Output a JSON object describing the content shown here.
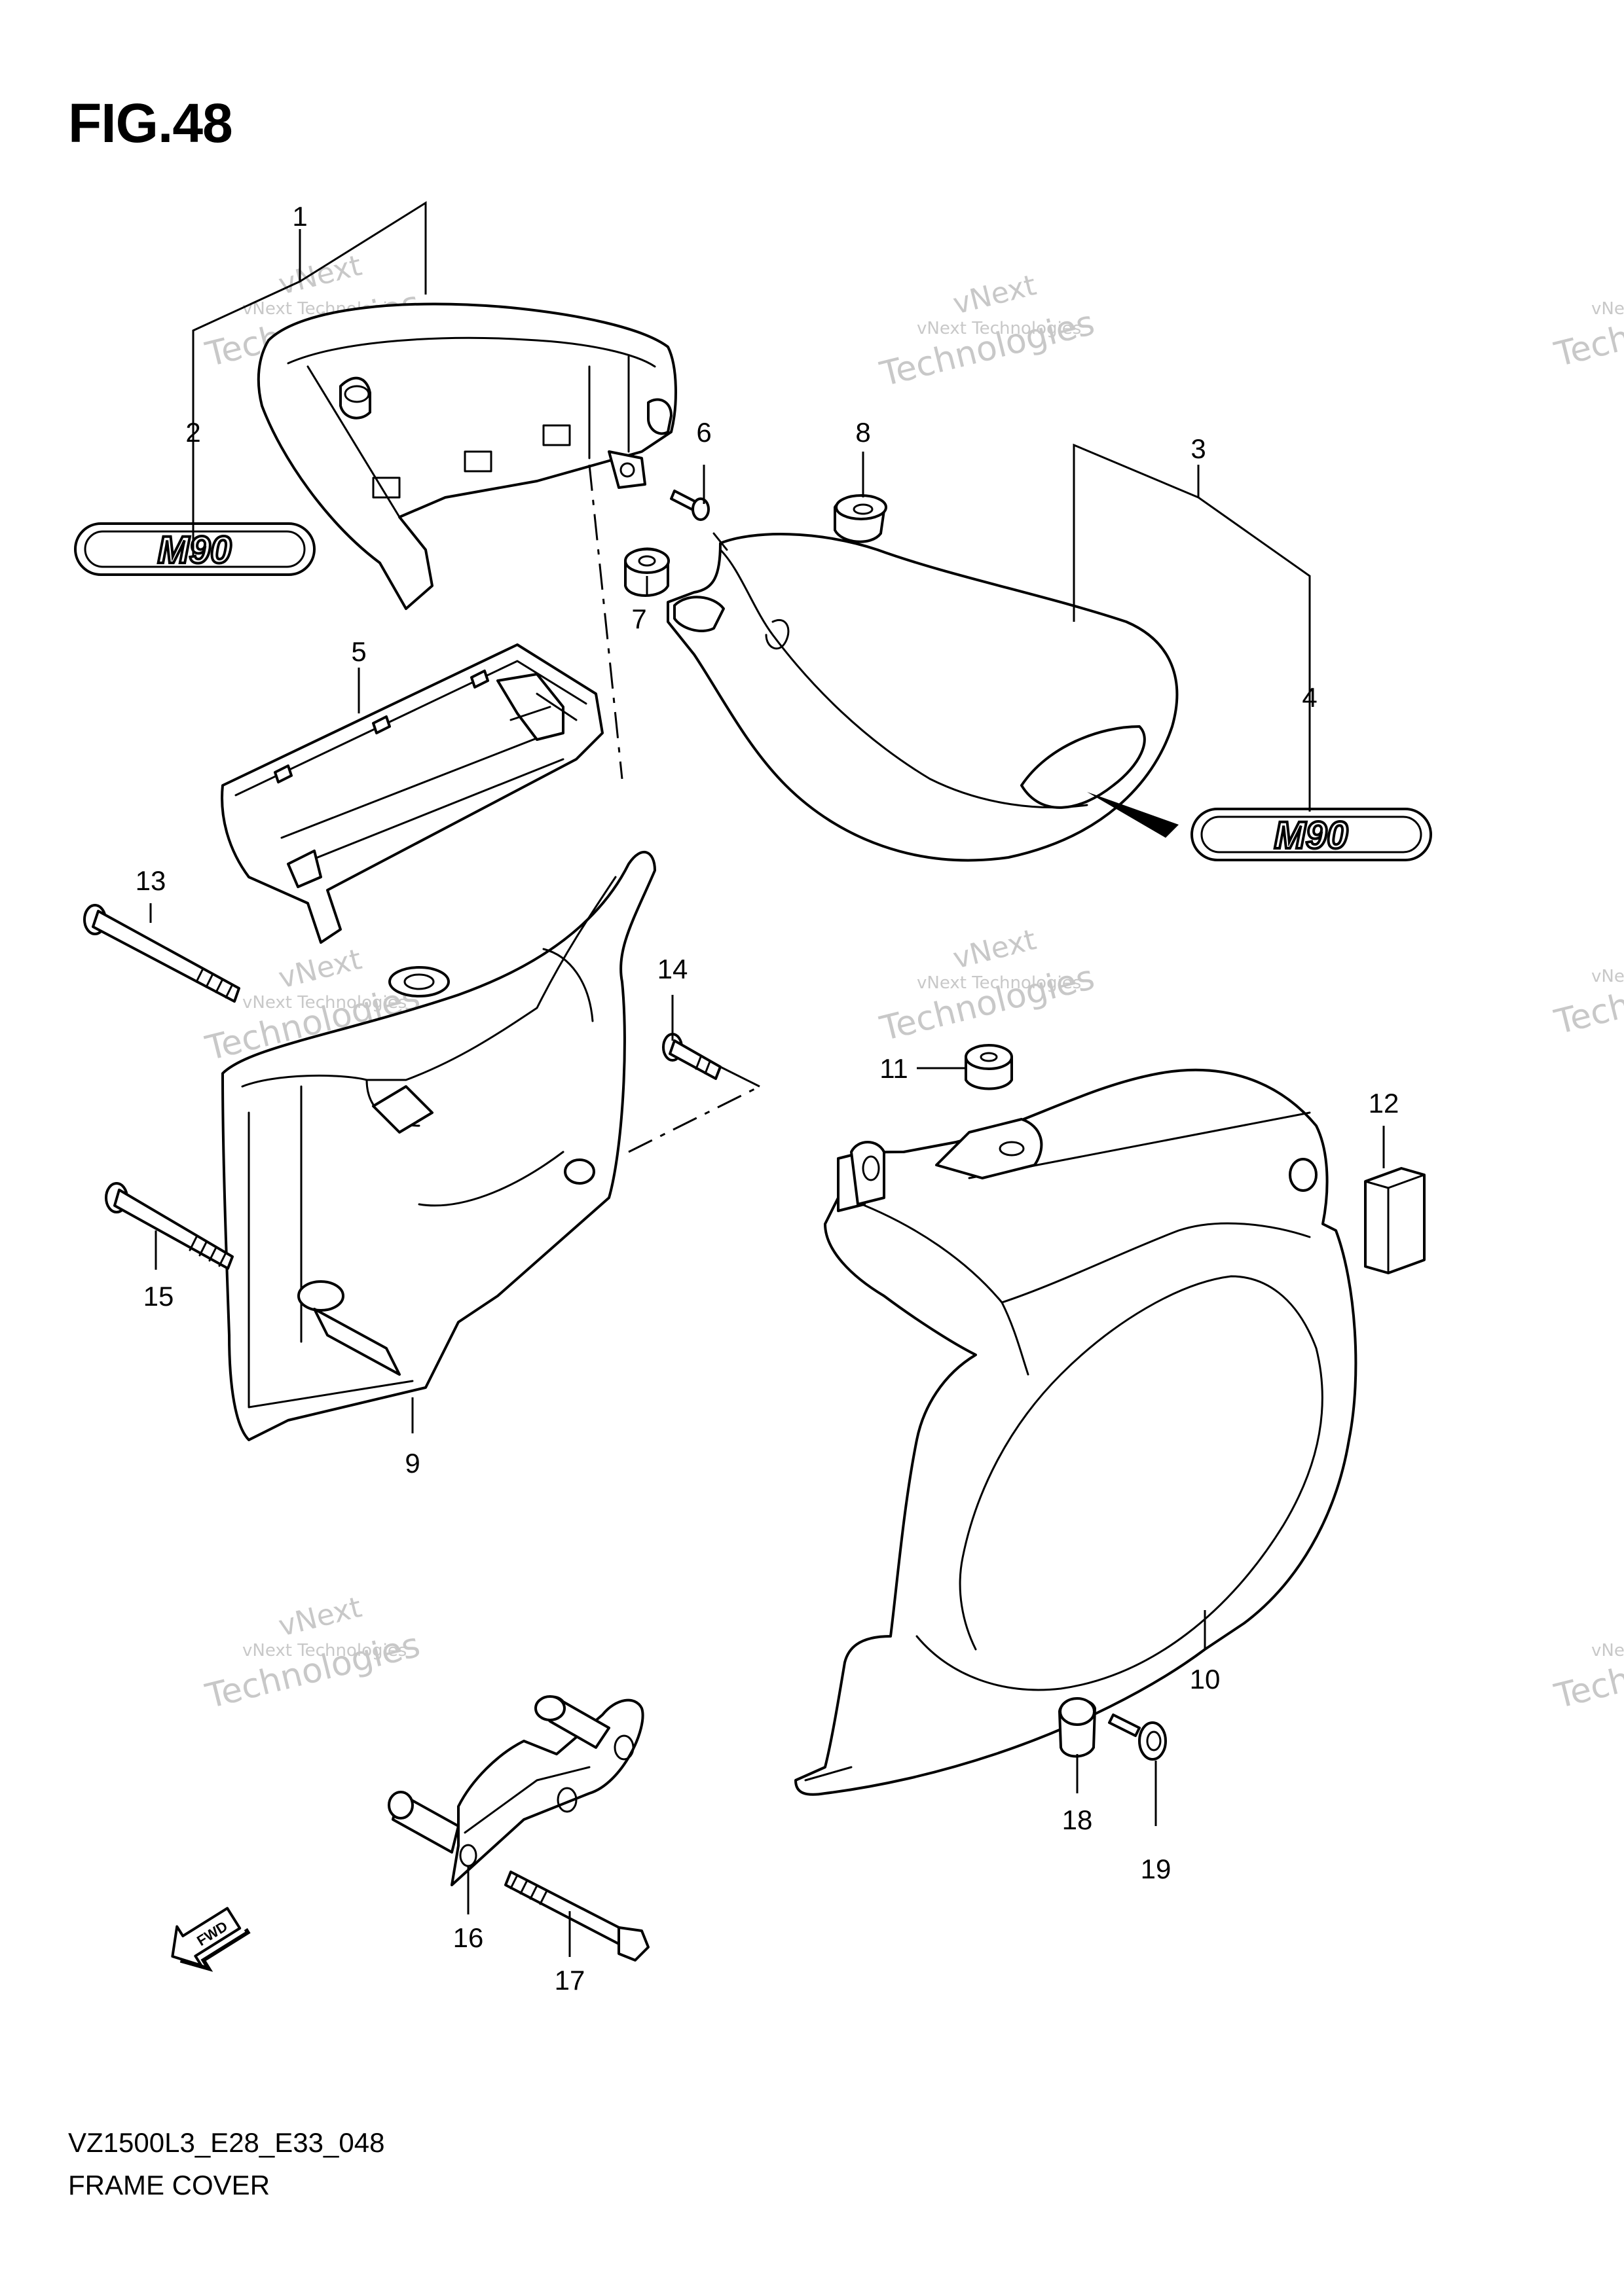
{
  "figure": {
    "title": "FIG.48"
  },
  "footer": {
    "model_code": "VZ1500L3_E28_E33_048",
    "section_name": "FRAME COVER"
  },
  "watermark": {
    "line1": "vNext Technologies",
    "line2": "vNext",
    "line3": "Technologies"
  },
  "emblem": {
    "text": "M90"
  },
  "direction_marker": {
    "text": "FWD"
  },
  "callouts": {
    "c1": "1",
    "c2": "2",
    "c3": "3",
    "c4": "4",
    "c5": "5",
    "c6": "6",
    "c7": "7",
    "c8": "8",
    "c9": "9",
    "c10": "10",
    "c11": "11",
    "c12": "12",
    "c13": "13",
    "c14": "14",
    "c15": "15",
    "c16": "16",
    "c17": "17",
    "c18": "18",
    "c19": "19"
  }
}
